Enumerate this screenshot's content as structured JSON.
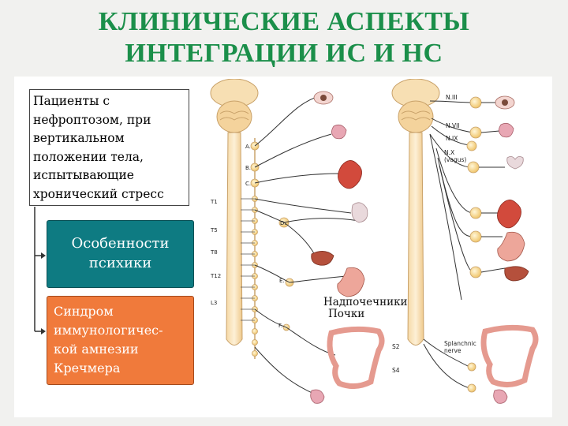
{
  "title": {
    "line1": "КЛИНИЧЕСКИЕ АСПЕКТЫ",
    "line2": "ИНТЕГРАЦИИ ИС И НС"
  },
  "boxes": {
    "patients": {
      "lines": [
        "Пациенты с",
        "нефроптозом, при",
        "вертикальном",
        "положении тела,",
        "испытывающие",
        "хронический стресс"
      ]
    },
    "psyche": {
      "lines": [
        "Особенности",
        "психики"
      ],
      "color": "#0e7b82"
    },
    "syndrome": {
      "lines": [
        "Синдром",
        "иммунологичес-",
        "кой амнезии",
        "Кречмера"
      ],
      "color": "#f07a3b"
    }
  },
  "anatomy": {
    "labels": {
      "adrenals": "Надпочечники",
      "kidneys": "Почки"
    },
    "nerve_labels": [
      "N.III",
      "N.VII",
      "N.IX",
      "N.X",
      "(vagus)"
    ],
    "spinal_labels": [
      "A.",
      "B.",
      "C.",
      "D.",
      "E.",
      "F.",
      "T1",
      "T5",
      "T8",
      "T12",
      "L3",
      "S2",
      "S4"
    ],
    "small_text": [
      "Splanchnic",
      "nerve"
    ]
  }
}
